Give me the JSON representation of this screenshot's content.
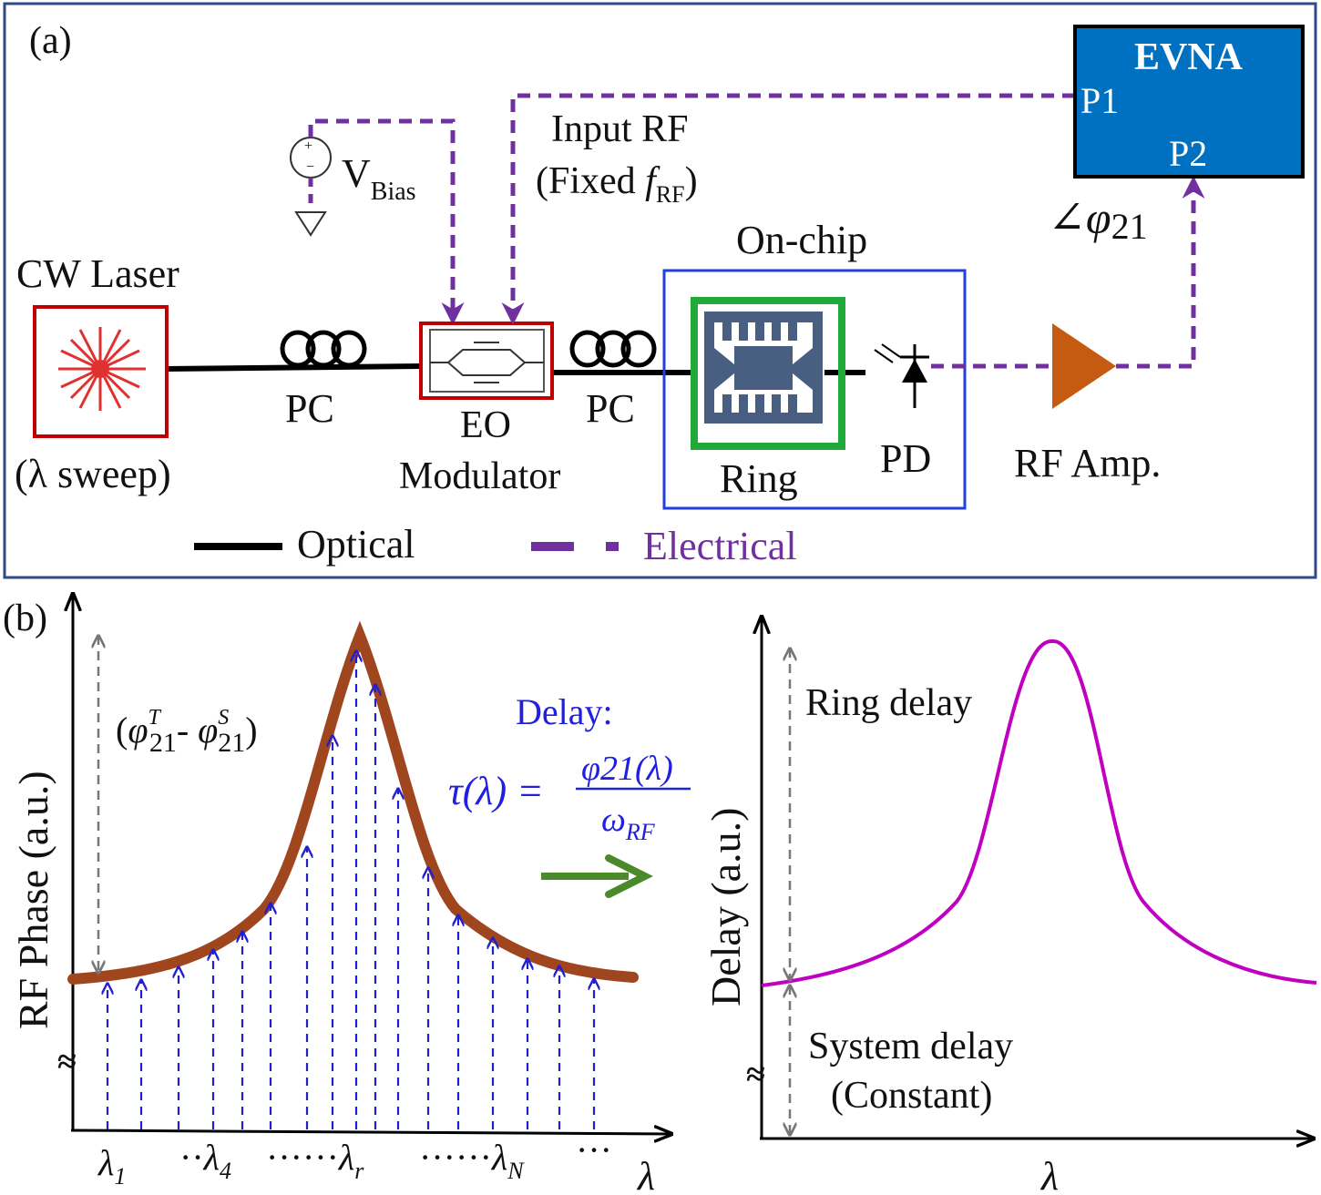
{
  "panel_a": {
    "label": "(a)",
    "laser_label": "CW Laser",
    "laser_sub": "(λ sweep)",
    "pc1": "PC",
    "pc2": "PC",
    "bias_main": "V",
    "bias_sub": "Bias",
    "mod_line1": "EO",
    "mod_line2": "Modulator",
    "input_rf_line1": "Input RF",
    "input_rf_pre": "(Fixed ",
    "input_rf_f": "f",
    "input_rf_sub": "RF",
    "input_rf_post": ")",
    "onchip": "On-chip",
    "ring": "Ring",
    "pd": "PD",
    "amp": "RF Amp.",
    "evna_title": "EVNA",
    "p1": "P1",
    "p2": "P2",
    "phase_angle": "∠",
    "phase_sym": "φ",
    "phase_sub": "21",
    "legend_optical": "Optical",
    "legend_electrical": "Electrical",
    "colors": {
      "electrical": "#7030a0",
      "evna": "#0070c0",
      "laser": "#e03030",
      "ring_frame": "#1faa3a",
      "chip": "#1f3fe0",
      "amp": "#c55a11"
    }
  },
  "panel_b": {
    "label": "(b)",
    "left_ylabel": "RF Phase (a.u.)",
    "diff_open": "(",
    "diff_phi1": "φ",
    "diff_sup1": "T",
    "diff_sub1": "21",
    "diff_minus": "- ",
    "diff_phi2": "φ",
    "diff_sup2": "S",
    "diff_sub2": "21",
    "diff_close": ")",
    "delay_title": "Delay:",
    "tau_lhs": "τ(λ) =",
    "tau_num": "φ21(λ)",
    "tau_den_w": "ω",
    "tau_den_sub": "RF",
    "xticks": [
      {
        "sym": "λ",
        "sub": "1",
        "pre": ""
      },
      {
        "sym": "λ",
        "sub": "4",
        "pre": "··"
      },
      {
        "sym": "λ",
        "sub": "r",
        "pre": "······"
      },
      {
        "sym": "λ",
        "sub": "N",
        "pre": "······"
      }
    ],
    "x_trailing_dots": "···",
    "left_xlabel": "λ",
    "right_ylabel": "Delay (a.u.)",
    "ring_delay": "Ring delay",
    "system_delay_1": "System delay",
    "system_delay_2": "(Constant)",
    "right_xlabel": "λ",
    "axis_break": "≈",
    "colors": {
      "phase_curve": "#a0461f",
      "delay_curve": "#c000c0",
      "arrows": "#2020d0",
      "green_arrow": "#4a8a2a",
      "delay_text": "#2020e0"
    }
  }
}
